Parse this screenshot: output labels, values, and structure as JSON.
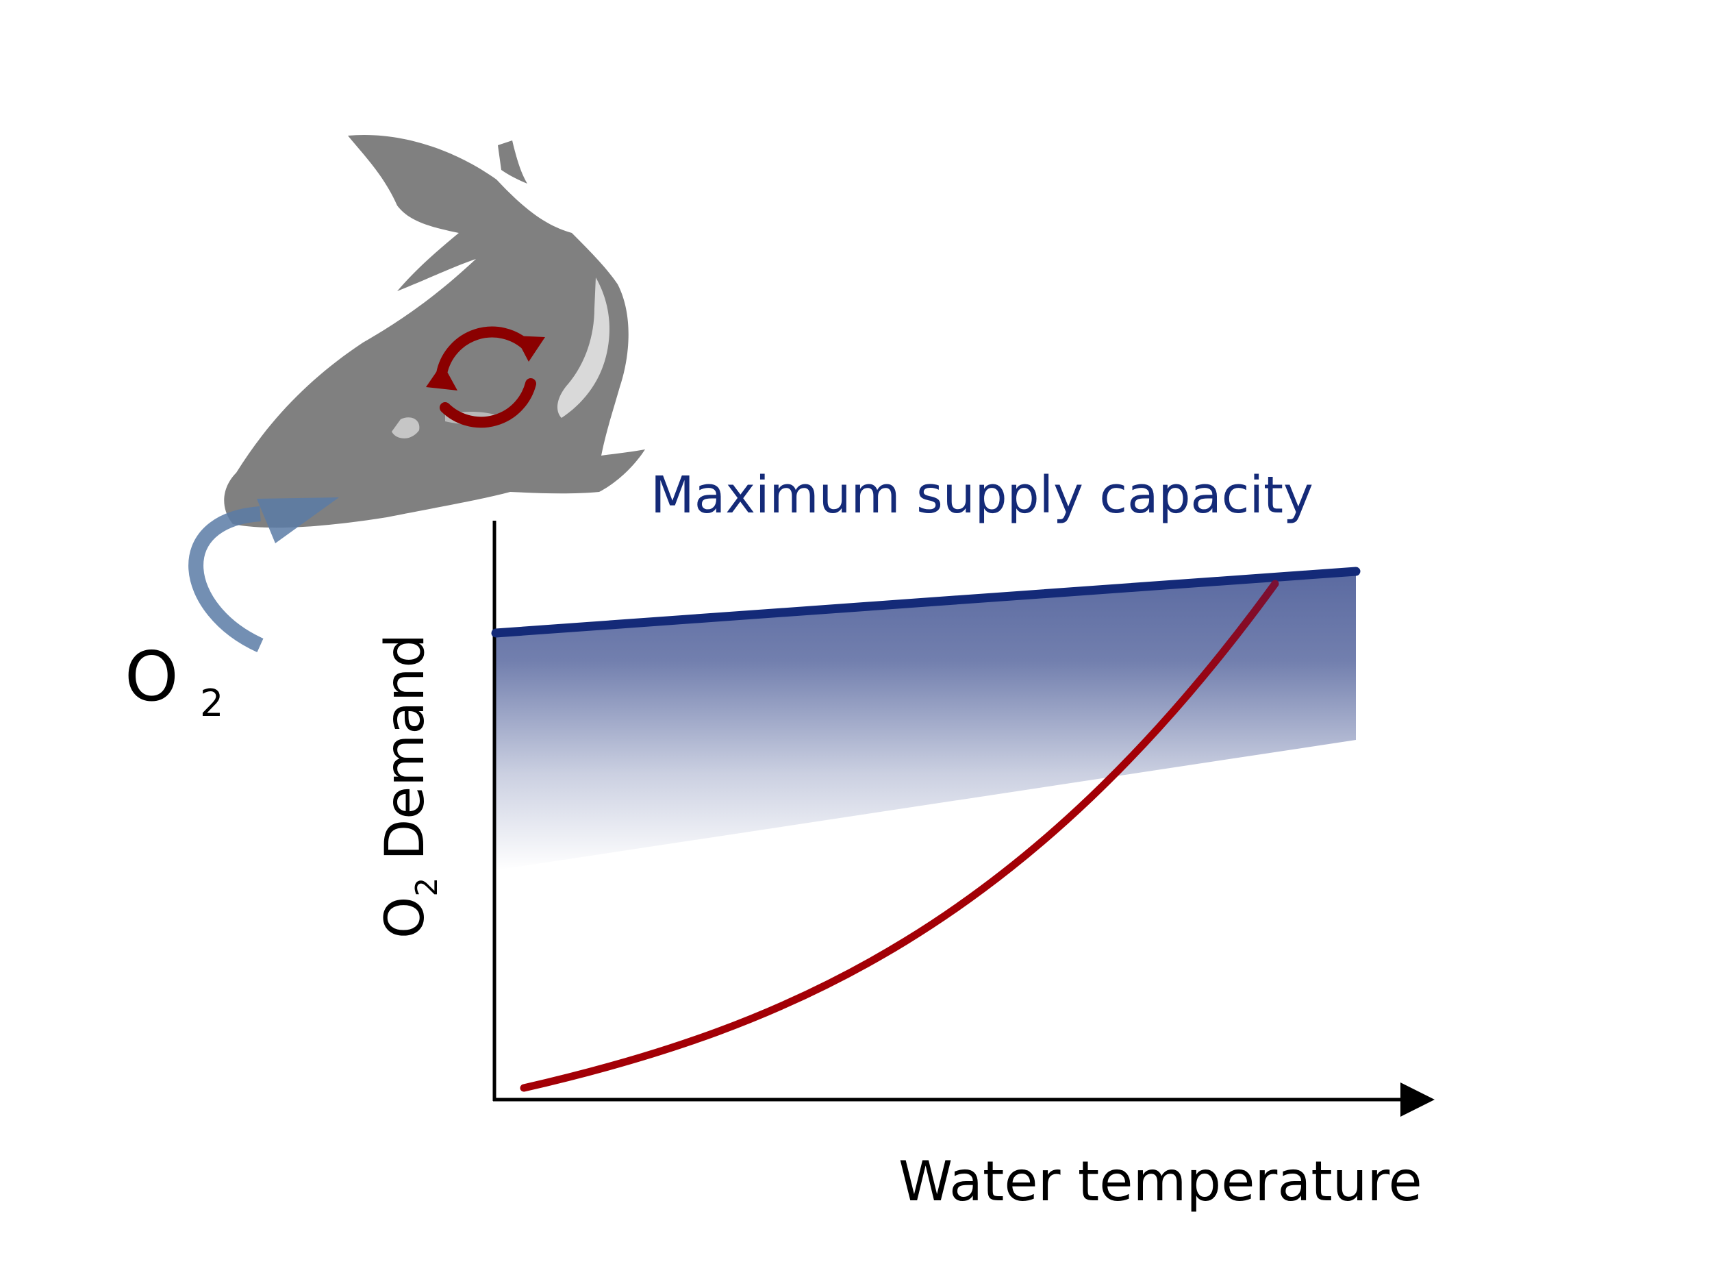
{
  "labels": {
    "supply_line": "Maximum supply capacity",
    "y_axis": "O",
    "y_axis_sub": "2",
    "y_axis_rest": " Demand",
    "x_axis": "Water temperature",
    "oxygen": "O",
    "oxygen_sub": "2"
  },
  "colors": {
    "supply": "#142a78",
    "demand": "#a30006",
    "fish": "#808080",
    "o2_arrow": "#5a7ba6",
    "cycle_arrow": "#8b0000",
    "axis": "#000000"
  },
  "icons": {
    "fish": "fish-silhouette",
    "metabolism": "circular-arrows-icon",
    "uptake": "curved-arrow-icon"
  }
}
